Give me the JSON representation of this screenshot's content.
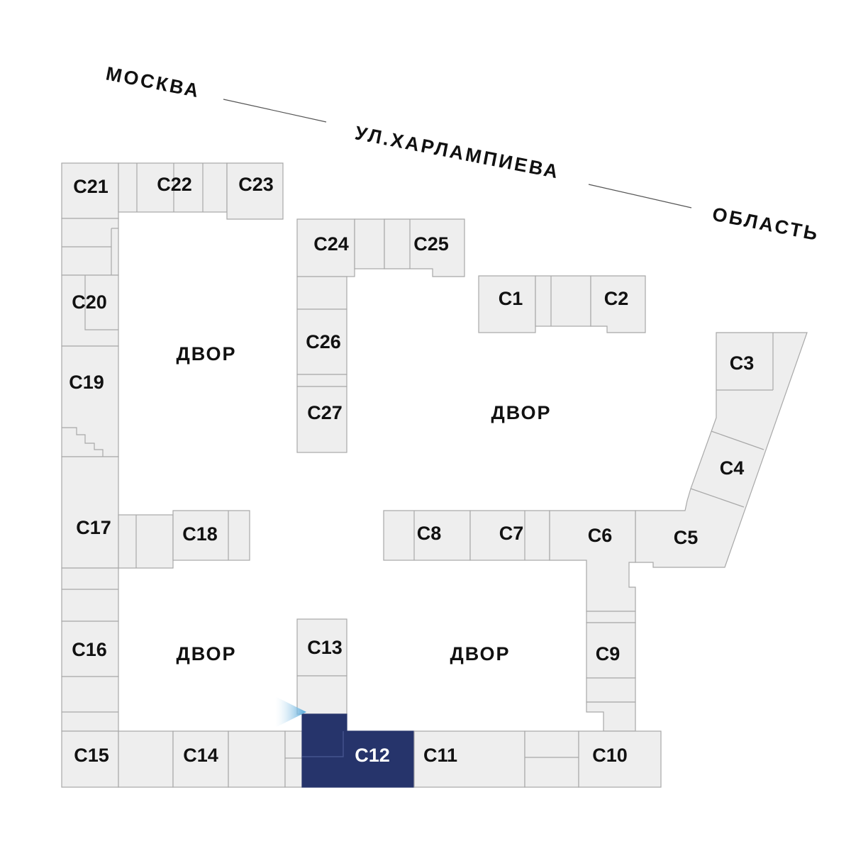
{
  "street": {
    "left": "МОСКВА",
    "middle": "УЛ.ХАРЛАМПИЕВА",
    "right": "ОБЛАСТЬ"
  },
  "yards": {
    "top_left": "ДВОР",
    "top_right": "ДВОР",
    "bottom_left": "ДВОР",
    "bottom_right": "ДВОР"
  },
  "sections": {
    "c1": "С1",
    "c2": "С2",
    "c3": "С3",
    "c4": "С4",
    "c5": "С5",
    "c6": "С6",
    "c7": "С7",
    "c8": "С8",
    "c9": "С9",
    "c10": "С10",
    "c11": "С11",
    "c12": "С12",
    "c13": "С13",
    "c14": "С14",
    "c15": "С15",
    "c16": "С16",
    "c17": "С17",
    "c18": "С18",
    "c19": "С19",
    "c20": "С20",
    "c21": "С21",
    "c22": "С22",
    "c23": "С23",
    "c24": "С24",
    "c25": "С25",
    "c26": "С26",
    "c27": "С27"
  },
  "selected_section": "С12",
  "colors": {
    "block_fill": "#eeeeee",
    "block_stroke": "#a8a8a8",
    "selected_fill": "#26346b",
    "view_marker": "#4aa3d8"
  }
}
